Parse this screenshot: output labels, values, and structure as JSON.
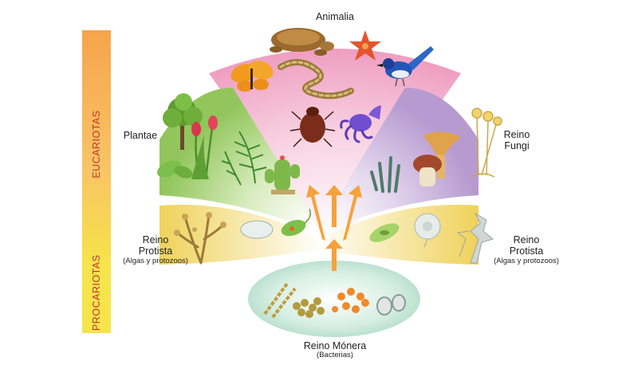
{
  "bar": {
    "eucariotas": "EUCARIOTAS",
    "procariotas": "PROCARIOTAS"
  },
  "kingdoms": {
    "animalia": "Animalia",
    "plantae": "Plantae",
    "fungi_line1": "Reino",
    "fungi_line2": "Fungi",
    "protista_left_line1": "Reino",
    "protista_left_line2": "Protista",
    "protista_left_note": "(Algas y protozoos)",
    "protista_right_line1": "Reino",
    "protista_right_line2": "Protista",
    "protista_right_note": "(Algas y protozoos)",
    "monera": "Reino Mónera",
    "monera_note": "(Bacterias)"
  },
  "colors": {
    "animalia": "#f3b6cf",
    "plantae": "#a9d27a",
    "fungi": "#cbb3dc",
    "protista": "#f3e08a",
    "monera": "#c9e6d9",
    "arrow": "#f5a23a",
    "bar_top": "#f7a64a",
    "bar_bottom": "#f6e24a"
  }
}
